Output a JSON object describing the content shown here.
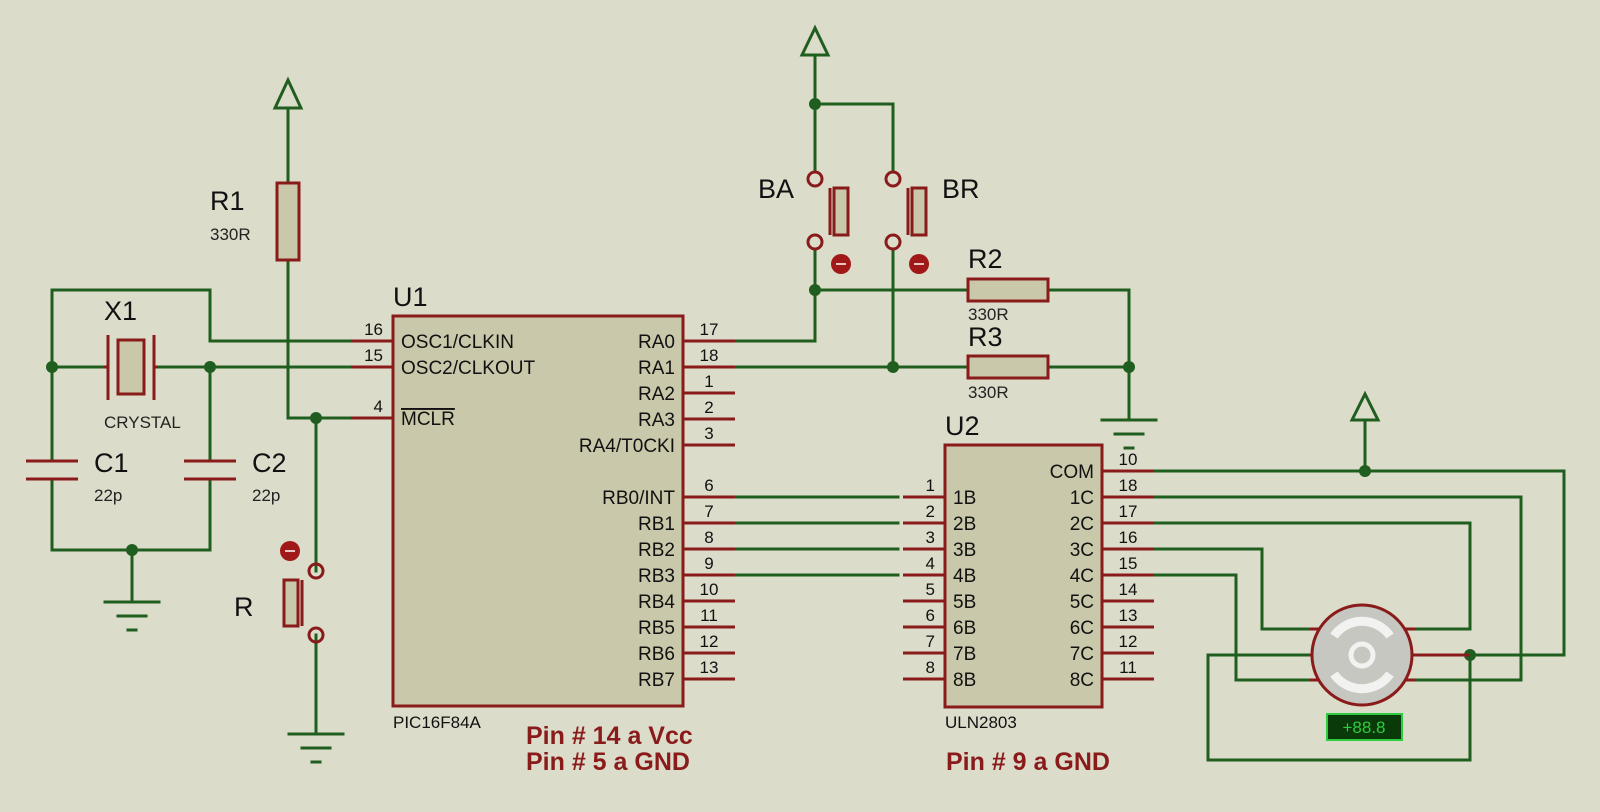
{
  "components": {
    "r1": {
      "ref": "R1",
      "value": "330R"
    },
    "r2": {
      "ref": "R2",
      "value": "330R"
    },
    "r3": {
      "ref": "R3",
      "value": "330R"
    },
    "x1": {
      "ref": "X1",
      "value": "CRYSTAL"
    },
    "c1": {
      "ref": "C1",
      "value": "22p"
    },
    "c2": {
      "ref": "C2",
      "value": "22p"
    },
    "ba": {
      "ref": "BA"
    },
    "br": {
      "ref": "BR"
    },
    "r": {
      "ref": "R"
    },
    "u1": {
      "ref": "U1",
      "part": "PIC16F84A",
      "left_pins": [
        {
          "num": "16",
          "name": "OSC1/CLKIN"
        },
        {
          "num": "15",
          "name": "OSC2/CLKOUT"
        },
        {
          "num": "4",
          "name": "MCLR"
        }
      ],
      "right_pins": [
        {
          "num": "17",
          "name": "RA0"
        },
        {
          "num": "18",
          "name": "RA1"
        },
        {
          "num": "1",
          "name": "RA2"
        },
        {
          "num": "2",
          "name": "RA3"
        },
        {
          "num": "3",
          "name": "RA4/T0CKI"
        },
        {
          "num": "6",
          "name": "RB0/INT"
        },
        {
          "num": "7",
          "name": "RB1"
        },
        {
          "num": "8",
          "name": "RB2"
        },
        {
          "num": "9",
          "name": "RB3"
        },
        {
          "num": "10",
          "name": "RB4"
        },
        {
          "num": "11",
          "name": "RB5"
        },
        {
          "num": "12",
          "name": "RB6"
        },
        {
          "num": "13",
          "name": "RB7"
        }
      ]
    },
    "u2": {
      "ref": "U2",
      "part": "ULN2803",
      "left_pins": [
        {
          "num": "1",
          "name": "1B"
        },
        {
          "num": "2",
          "name": "2B"
        },
        {
          "num": "3",
          "name": "3B"
        },
        {
          "num": "4",
          "name": "4B"
        },
        {
          "num": "5",
          "name": "5B"
        },
        {
          "num": "6",
          "name": "6B"
        },
        {
          "num": "7",
          "name": "7B"
        },
        {
          "num": "8",
          "name": "8B"
        }
      ],
      "right_pins": [
        {
          "num": "10",
          "name": "COM"
        },
        {
          "num": "18",
          "name": "1C"
        },
        {
          "num": "17",
          "name": "2C"
        },
        {
          "num": "16",
          "name": "3C"
        },
        {
          "num": "15",
          "name": "4C"
        },
        {
          "num": "14",
          "name": "5C"
        },
        {
          "num": "13",
          "name": "6C"
        },
        {
          "num": "12",
          "name": "7C"
        },
        {
          "num": "11",
          "name": "8C"
        }
      ]
    },
    "motor": {
      "display": "+88.8"
    }
  },
  "notes": {
    "u1_vcc": "Pin # 14 a Vcc",
    "u1_gnd": "Pin # 5 a GND",
    "u2_gnd": "Pin # 9 a GND"
  },
  "colors": {
    "background": "#dcdccb",
    "wire": "#1f5e1f",
    "component": "#8a1b1b",
    "component_fill": "#c9c8aa",
    "note": "#8a1b1b",
    "display_text": "#2ecc40"
  }
}
